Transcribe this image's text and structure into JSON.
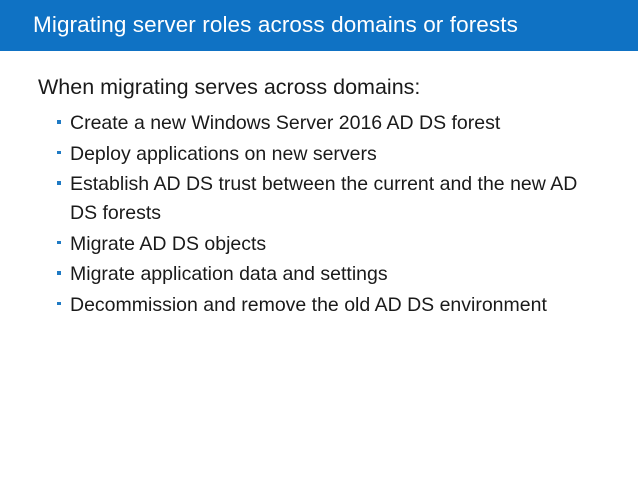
{
  "slide": {
    "title": "Migrating server roles across domains or forests",
    "title_bar_color": "#0f72c4",
    "title_text_color": "#ffffff",
    "background_color": "#ffffff",
    "body_text_color": "#1a1a1a",
    "bullet_marker_color": "#1f7ac4"
  },
  "body": {
    "lead_line": "When migrating serves across domains:",
    "bullets": [
      {
        "text": "Create a new Windows Server 2016 AD DS forest"
      },
      {
        "text": "Deploy applications on new servers"
      },
      {
        "text": "Establish AD DS trust between the current and the new AD DS forests"
      },
      {
        "text": "Migrate AD DS objects"
      },
      {
        "text": "Migrate application data and settings"
      },
      {
        "text": "Decommission and remove the old AD DS environment"
      }
    ]
  }
}
